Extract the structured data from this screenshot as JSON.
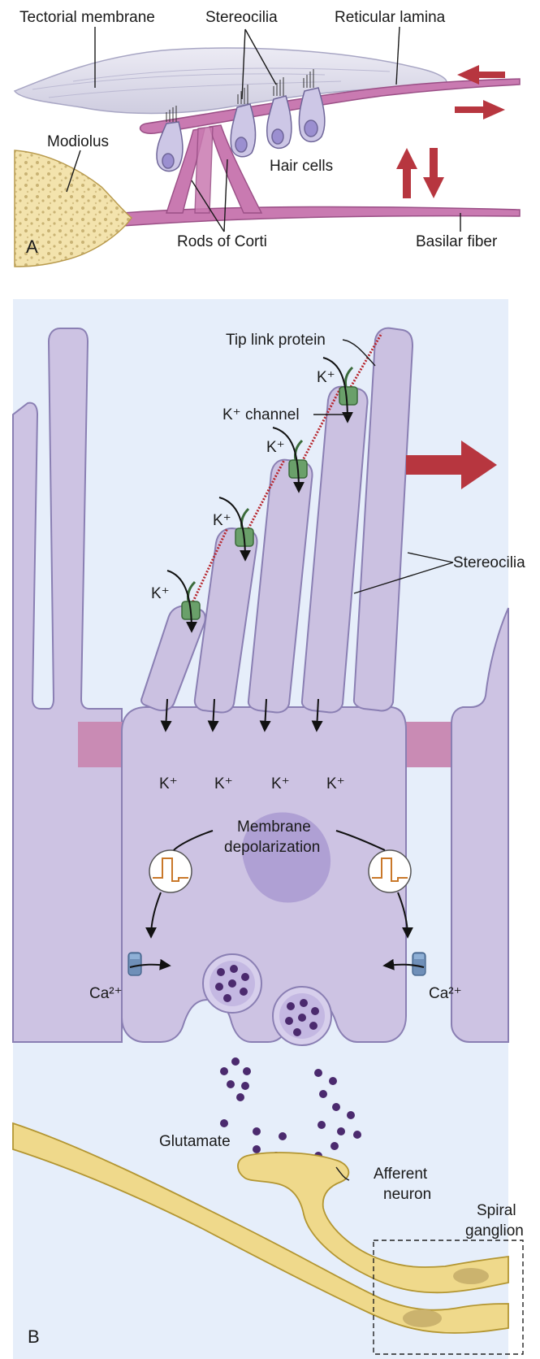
{
  "panel_a": {
    "tag": "A",
    "labels": {
      "tectorial": "Tectorial membrane",
      "stereocilia": "Stereocilia",
      "reticular": "Reticular lamina",
      "modiolus": "Modiolus",
      "hair_cells": "Hair cells",
      "rods": "Rods of Corti",
      "basilar": "Basilar fiber"
    }
  },
  "panel_b": {
    "tag": "B",
    "labels": {
      "tip_link": "Tip link protein",
      "k_plus": "K⁺",
      "k_channel": "K⁺ channel",
      "stereocilia": "Stereocilia",
      "membrane_line1": "Membrane",
      "membrane_line2": "depolarization",
      "ca": "Ca²⁺",
      "glutamate": "Glutamate",
      "afferent_line1": "Afferent",
      "afferent_line2": "neuron",
      "spiral_line1": "Spiral",
      "spiral_line2": "ganglion"
    }
  },
  "colors": {
    "arrow_red": "#b7363f",
    "cell_lilac": "#cdc3e3",
    "junction_pink": "#c98bb4",
    "neuron_yellow": "#efd98b",
    "vesicle_purple": "#4b2a6e",
    "channel_green": "#6aa06a",
    "ca_channel_blue": "#6f8fb8",
    "panel_b_background": "#e6eefa"
  }
}
